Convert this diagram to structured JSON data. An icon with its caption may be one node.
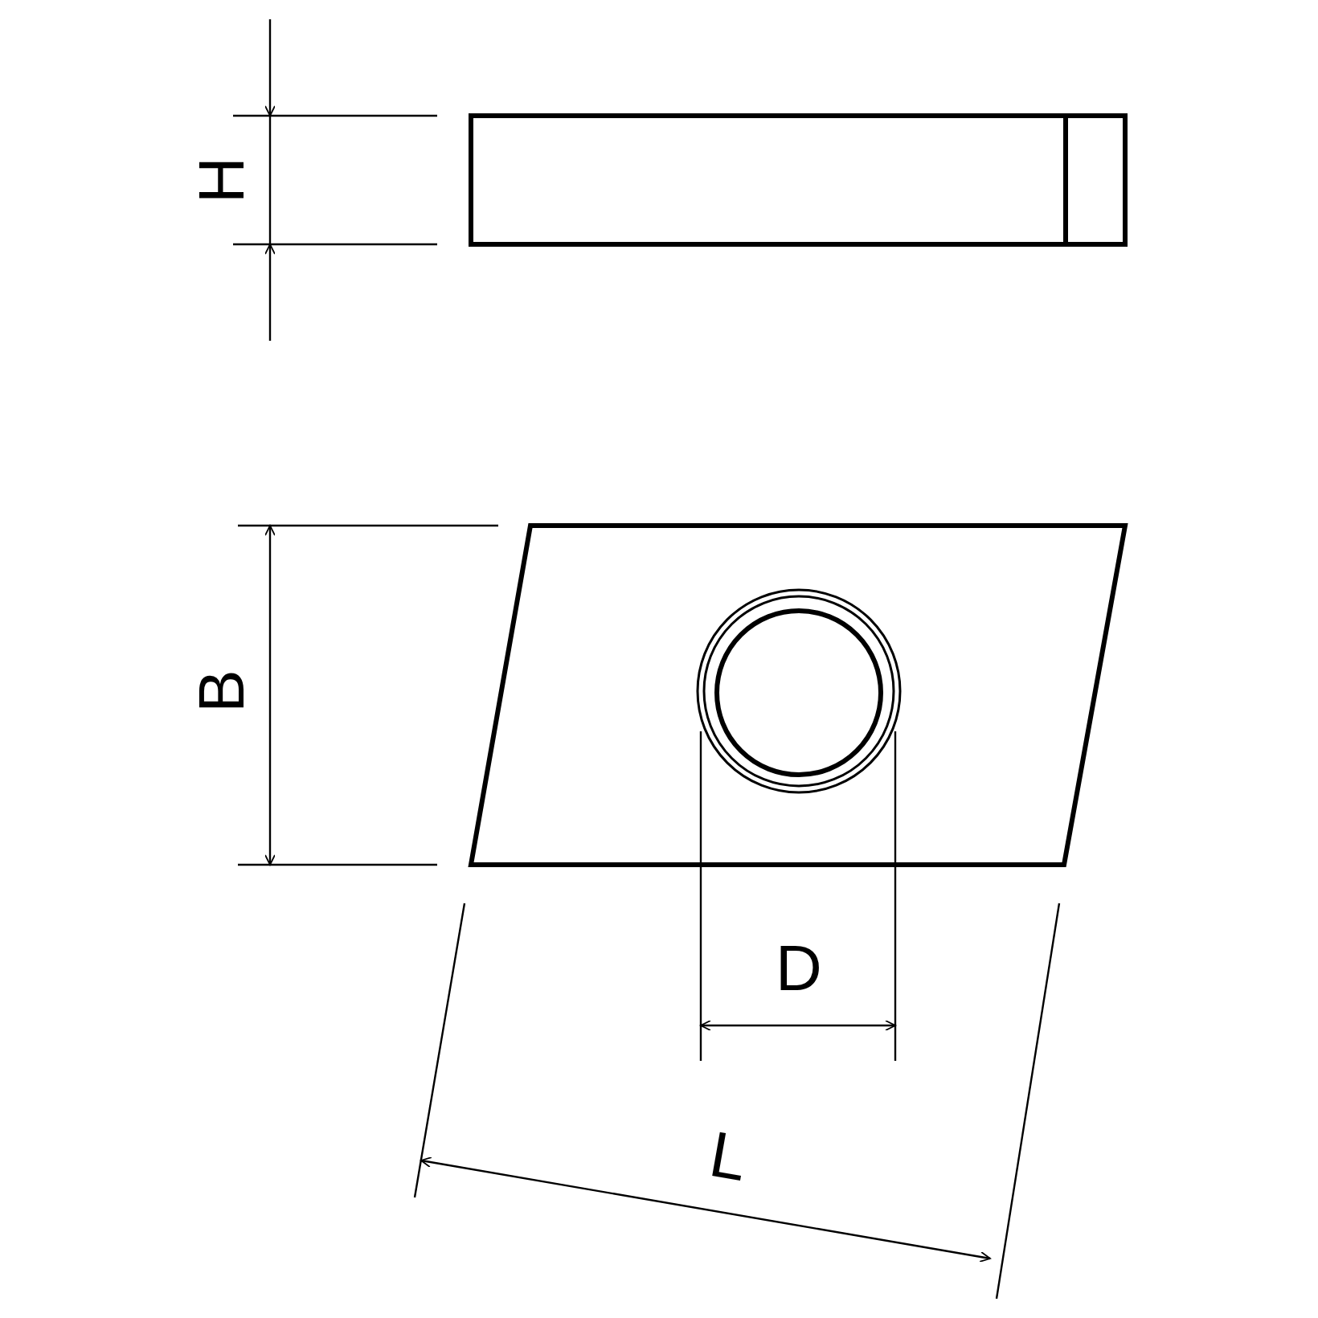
{
  "diagram": {
    "labels": [
      "H",
      "B",
      "D",
      "L"
    ]
  }
}
